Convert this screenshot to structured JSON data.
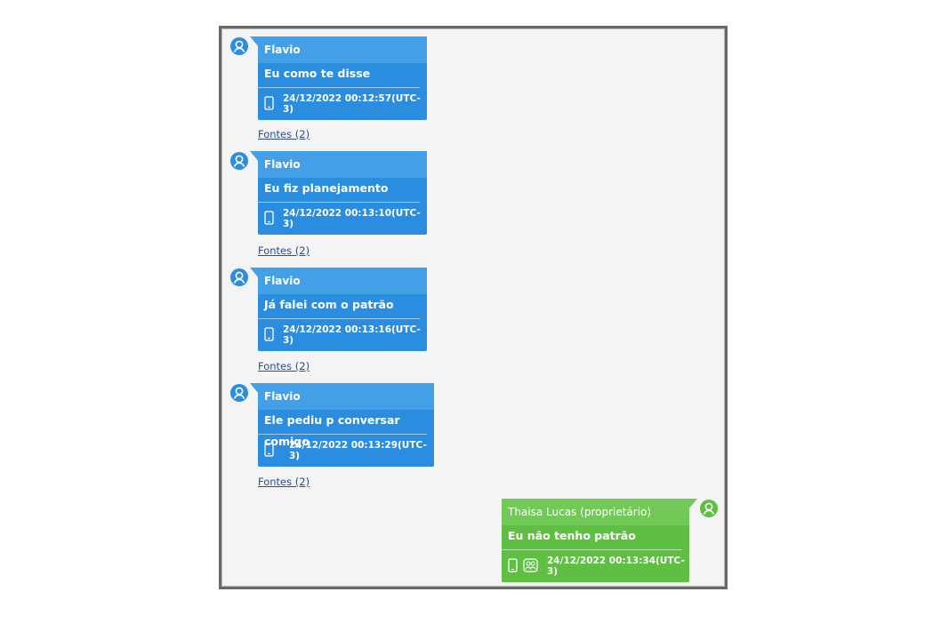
{
  "messages": [
    {
      "sender": "Flavio",
      "text": "Eu como te disse",
      "timestamp": "24/12/2022 00:12:57(UTC-3)",
      "sources_link": "Fontes (2)"
    },
    {
      "sender": "Flavio",
      "text": "Eu fiz planejamento",
      "timestamp": "24/12/2022 00:13:10(UTC-3)",
      "sources_link": "Fontes (2)"
    },
    {
      "sender": "Flavio",
      "text": "Já falei com o patrão",
      "timestamp": "24/12/2022 00:13:16(UTC-3)",
      "sources_link": "Fontes (2)"
    },
    {
      "sender": "Flavio",
      "text": "Ele pediu p conversar comigo",
      "timestamp": "24/12/2022 00:13:29(UTC-3)",
      "sources_link": "Fontes (2)"
    },
    {
      "sender": "Thaisa Lucas (proprietário)",
      "text": "Eu não tenho patrão",
      "timestamp": "24/12/2022 00:13:34(UTC-3)"
    }
  ],
  "colors": {
    "incoming_bubble": "#2b8de0",
    "incoming_header": "#44a0e6",
    "outgoing_bubble": "#5fbf43",
    "outgoing_header": "#72c957",
    "link": "#2a4e8e"
  }
}
